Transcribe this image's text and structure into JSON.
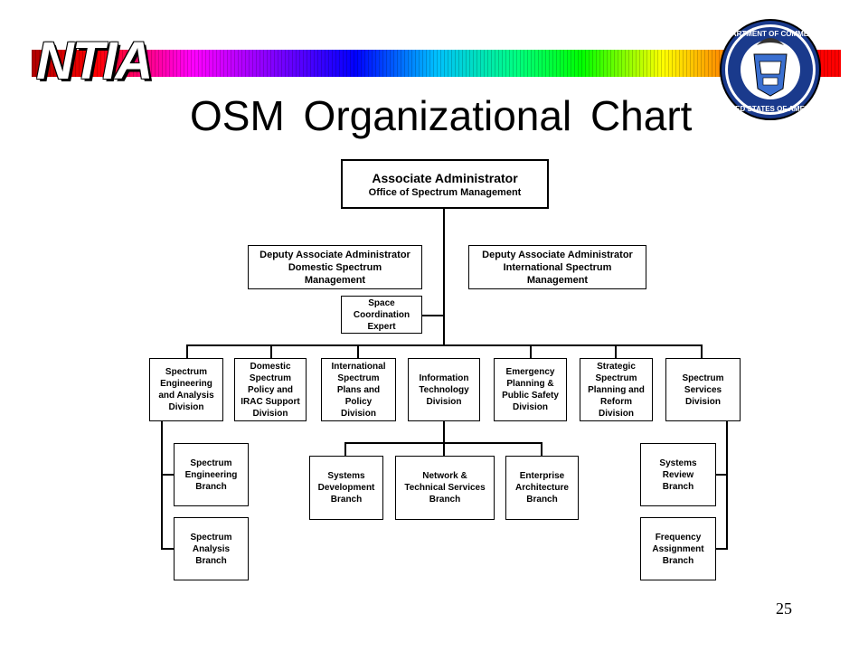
{
  "header": {
    "logo_text": "NTIA",
    "title": "OSM  Organizational  Chart",
    "seal_icon": "department-of-commerce-seal-icon",
    "seal_text_top": "DEPARTMENT OF COMMERCE",
    "seal_text_bottom": "UNITED STATES OF AMERICA"
  },
  "chart": {
    "top": {
      "title": "Associate Administrator",
      "subtitle": "Office of Spectrum Management"
    },
    "deputy_domestic": "Deputy Associate Administrator\nDomestic Spectrum\nManagement",
    "deputy_international": "Deputy Associate Administrator\nInternational Spectrum\nManagement",
    "space_coordination": "Space\nCoordination\nExpert",
    "divisions": [
      "Spectrum\nEngineering\nand Analysis\nDivision",
      "Domestic\nSpectrum\nPolicy and\nIRAC Support\nDivision",
      "International\nSpectrum\nPlans and\nPolicy\nDivision",
      "Information\nTechnology\nDivision",
      "Emergency\nPlanning &\nPublic Safety\nDivision",
      "Strategic\nSpectrum\nPlanning and\nReform\nDivision",
      "Spectrum\nServices\nDivision"
    ],
    "seaad_branches": [
      "Spectrum\nEngineering\nBranch",
      "Spectrum\nAnalysis\nBranch"
    ],
    "itd_branches": [
      "Systems\nDevelopment\nBranch",
      "Network &\nTechnical Services\nBranch",
      "Enterprise\nArchitecture\nBranch"
    ],
    "ssd_branches": [
      "Systems\nReview\nBranch",
      "Frequency\nAssignment\nBranch"
    ]
  },
  "colors": {
    "line": "#000000",
    "box_border": "#000000",
    "title": "#000000"
  },
  "page_number": "25"
}
